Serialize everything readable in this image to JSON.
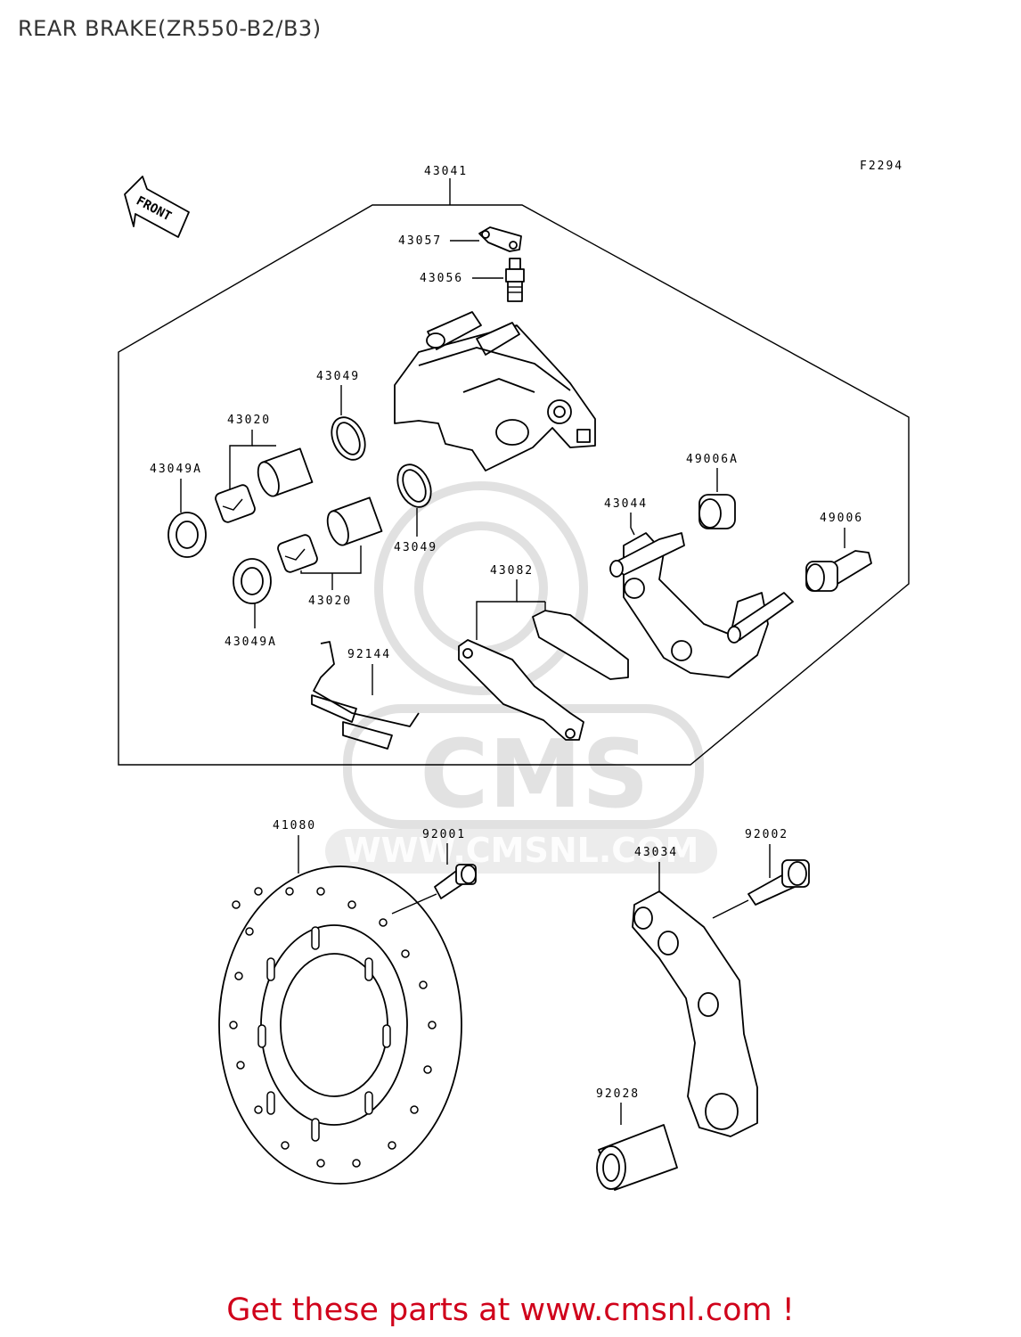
{
  "title": "REAR BRAKE(ZR550-B2/B3)",
  "figure_code": "F2294",
  "front_label": "FRONT",
  "watermark": {
    "brand": "CMS",
    "url": "WWW.CMSNL.COM"
  },
  "cta": {
    "text": "Get these parts at www.cmsnl.com !",
    "color": "#d0021b"
  },
  "parts": {
    "p43041": "43041",
    "p43057": "43057",
    "p43056": "43056",
    "p43049_top": "43049",
    "p43049_mid": "43049",
    "p43020_top": "43020",
    "p43020_bot": "43020",
    "p43049A_left": "43049A",
    "p43049A_bot": "43049A",
    "p49006A": "49006A",
    "p43044": "43044",
    "p49006": "49006",
    "p43082": "43082",
    "p92144": "92144",
    "p41080": "41080",
    "p92001": "92001",
    "p43034": "43034",
    "p92002": "92002",
    "p92028": "92028"
  }
}
